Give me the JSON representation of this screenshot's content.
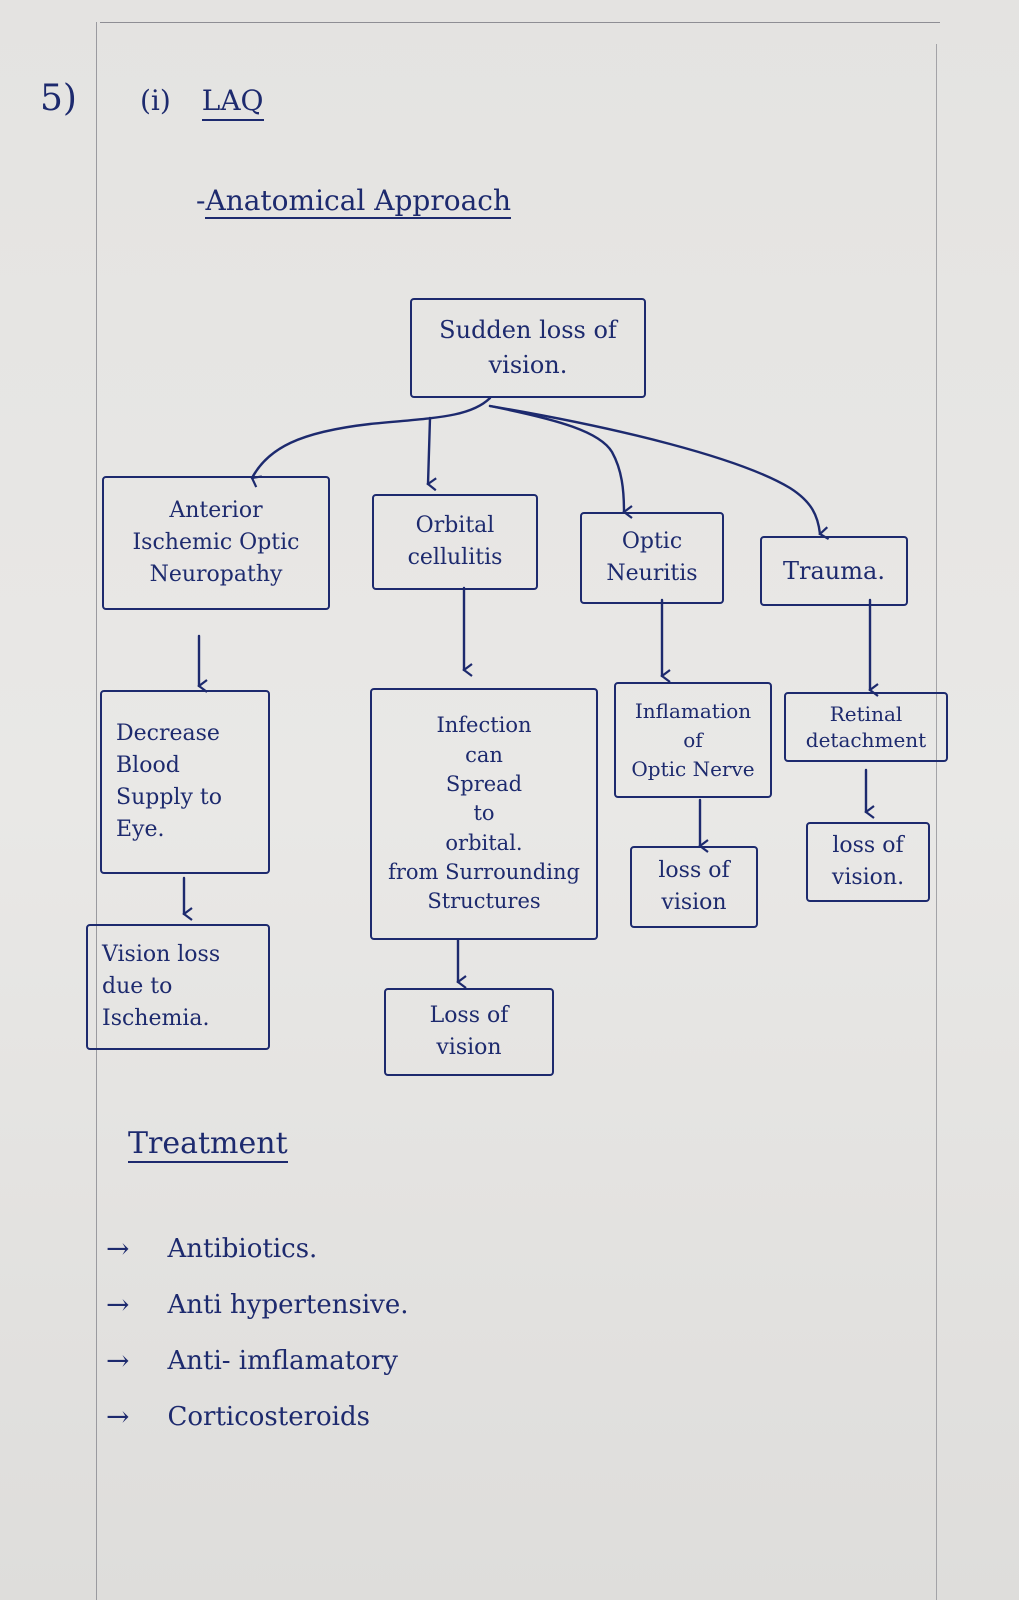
{
  "question": {
    "number": "5)",
    "sub": "(i)",
    "type": "LAQ"
  },
  "approach_title": "Anatomical Approach",
  "diagram": {
    "root": "Sudden loss of\nvision.",
    "branches": [
      {
        "cause": "Anterior\nIschemic Optic\nNeuropathy",
        "mechanism": "Decrease\nBlood\nSupply to\nEye.",
        "outcome": "Vision loss\ndue to\nIschemia."
      },
      {
        "cause": "Orbital\ncellulitis",
        "mechanism": "Infection\ncan\nSpread\nto\norbital.\nfrom Surrounding\nStructures",
        "outcome": "Loss of\nvision"
      },
      {
        "cause": "Optic\nNeuritis",
        "mechanism": "Inflamation\nof\nOptic Nerve",
        "outcome": "loss of\nvision"
      },
      {
        "cause": "Trauma.",
        "mechanism": "Retinal\ndetachment",
        "outcome": "loss of\nvision."
      }
    ]
  },
  "treatment": {
    "title": "Treatment",
    "items": [
      "Antibiotics.",
      "Anti hypertensive.",
      "Anti- imflamatory",
      "Corticosteroids"
    ],
    "bullet": "→"
  },
  "colors": {
    "ink": "#1d2a6e",
    "paper": "#e7e6e4"
  }
}
